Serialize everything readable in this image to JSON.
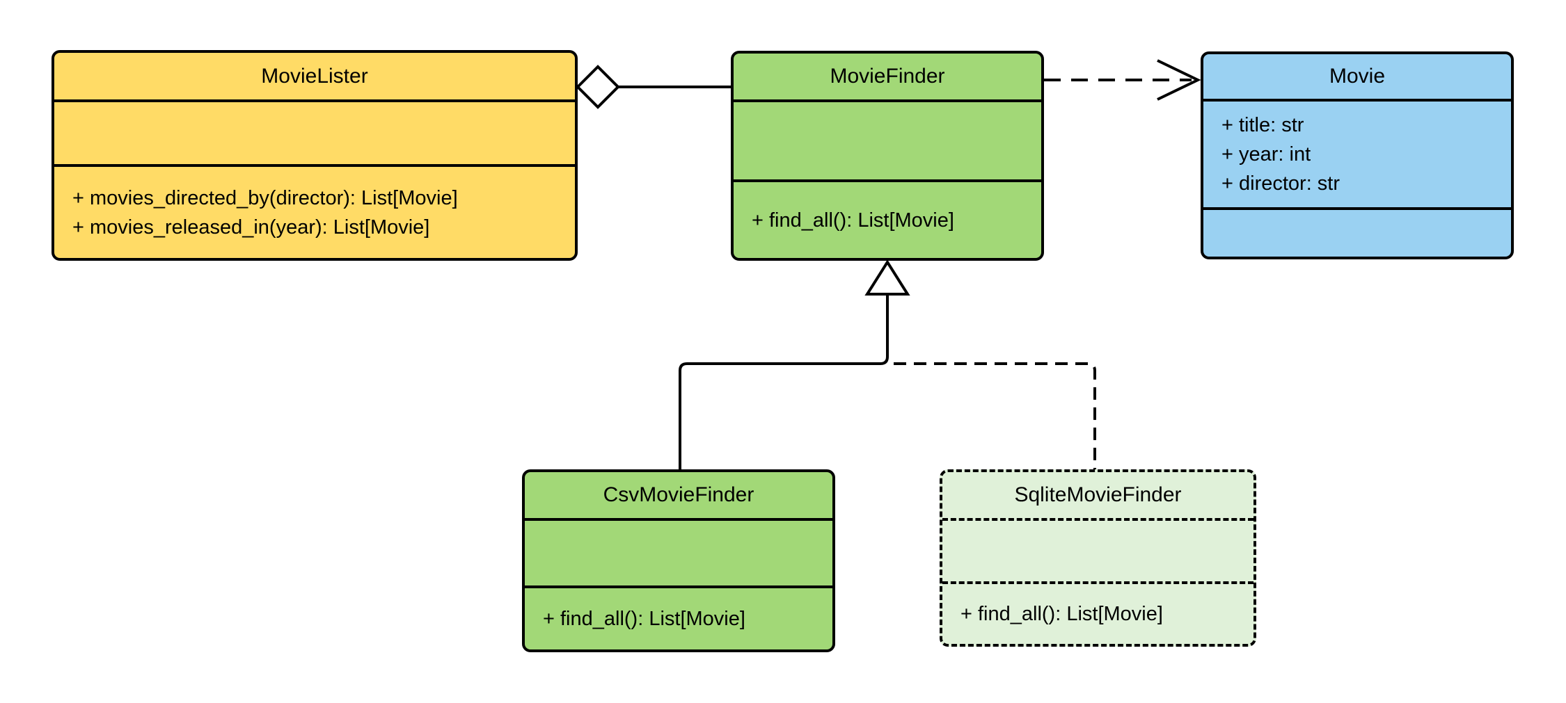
{
  "diagram": {
    "kind": "uml-class-diagram",
    "classes": [
      {
        "name": "MovieLister",
        "attributes": [],
        "methods": [
          "+ movies_directed_by(director): List[Movie]",
          "+ movies_released_in(year): List[Movie]"
        ],
        "fill": "#FFDB66",
        "border_style": "solid"
      },
      {
        "name": "MovieFinder",
        "attributes": [],
        "methods": [
          "+ find_all(): List[Movie]"
        ],
        "fill": "#A2D877",
        "border_style": "solid"
      },
      {
        "name": "Movie",
        "attributes": [
          "+ title: str",
          "+ year: int",
          "+ director: str"
        ],
        "methods": [],
        "fill": "#9AD1F2",
        "border_style": "solid"
      },
      {
        "name": "CsvMovieFinder",
        "attributes": [],
        "methods": [
          "+ find_all(): List[Movie]"
        ],
        "fill": "#A2D877",
        "border_style": "solid"
      },
      {
        "name": "SqliteMovieFinder",
        "attributes": [],
        "methods": [
          "+ find_all(): List[Movie]"
        ],
        "fill": "#E0F1D9",
        "border_style": "dashed"
      }
    ],
    "relationships": [
      {
        "type": "aggregation",
        "from": "MovieLister",
        "to": "MovieFinder",
        "line": "solid",
        "marker": "hollow-diamond"
      },
      {
        "type": "dependency",
        "from": "MovieFinder",
        "to": "Movie",
        "line": "dashed",
        "marker": "open-arrow"
      },
      {
        "type": "inheritance",
        "from": "CsvMovieFinder",
        "to": "MovieFinder",
        "line": "solid",
        "marker": "hollow-triangle"
      },
      {
        "type": "inheritance",
        "from": "SqliteMovieFinder",
        "to": "MovieFinder",
        "line": "dashed",
        "marker": "hollow-triangle"
      }
    ],
    "colors": {
      "class_yellow": "#FFDB66",
      "class_green": "#A2D877",
      "class_blue": "#9AD1F2",
      "class_green_light": "#E0F1D9",
      "stroke": "#000000",
      "background": "#FFFFFF"
    }
  }
}
